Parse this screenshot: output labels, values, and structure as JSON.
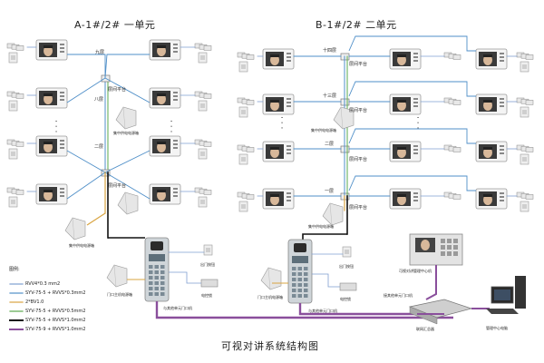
{
  "diagram": {
    "footer_title": "可视对讲系统结构图",
    "unit_a": {
      "heading": "A-1#/2# 一单元",
      "floors": [
        "九层",
        "八层",
        "二层"
      ],
      "dots": "· · ·",
      "floor_platform": "层间平台"
    },
    "unit_b": {
      "heading": "B-1#/2# 二单元",
      "floors": [
        "十四层",
        "十三层",
        "二层",
        "一层"
      ],
      "dots": "· · ·",
      "floor_platform": "层间平台"
    },
    "devices": {
      "central_power": "集中供电电源箱",
      "main_door_power": "门口主机电源箱",
      "door_button": "出门按钮",
      "electric_lock": "电控锁",
      "other_door_unit": "与其他单元门口机",
      "manager_unit": "可视对讲管理中心机",
      "other_units_link": "接其他单元门口机",
      "network_hub": "联网汇总器",
      "management_pc": "管理中心电脑"
    },
    "legend": {
      "title": "图例:",
      "items": [
        {
          "label": "RVV4*0.3 mm2",
          "color": "#7f9fd0"
        },
        {
          "label": "SYV-75-5 + RVVS*0.3mm2",
          "color": "#4f8fc8"
        },
        {
          "label": "2*BV1.0",
          "color": "#d9a441"
        },
        {
          "label": "SYV-75-5 + RVVS*0.5mm2",
          "color": "#5aa84c"
        },
        {
          "label": "SYV-75-5 + RVVS*1.0mm2",
          "color": "#111111"
        },
        {
          "label": "SYV-75-9 + RVVS*1.0mm2",
          "color": "#8a4f9c"
        }
      ]
    }
  }
}
